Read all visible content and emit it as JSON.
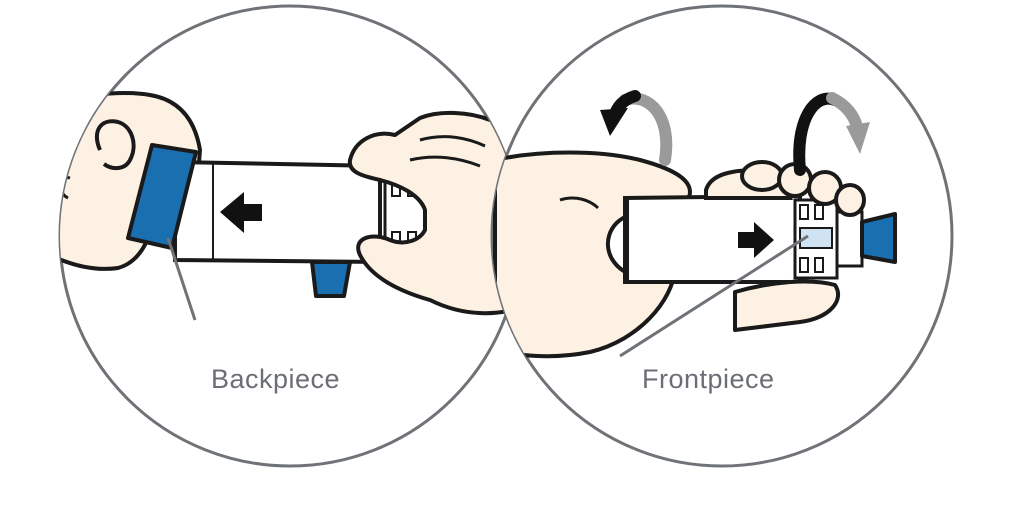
{
  "panels": [
    {
      "id": "left",
      "label": "Backpiece"
    },
    {
      "id": "right",
      "label": "Frontpiece"
    }
  ],
  "colors": {
    "skin": "#fdf1e3",
    "outline": "#1a1a1a",
    "blue": "#1a6fb0",
    "light_blue": "#cfe3f3",
    "arrow_black": "#111111",
    "arrow_grey": "#9a9a9a",
    "circle_stroke": "#6f7378",
    "pointer_line": "#6f7378",
    "label": "#6b6e74"
  },
  "icons": [
    "arrow-left-icon",
    "arrow-right-icon",
    "rotate-arrow-icon"
  ]
}
